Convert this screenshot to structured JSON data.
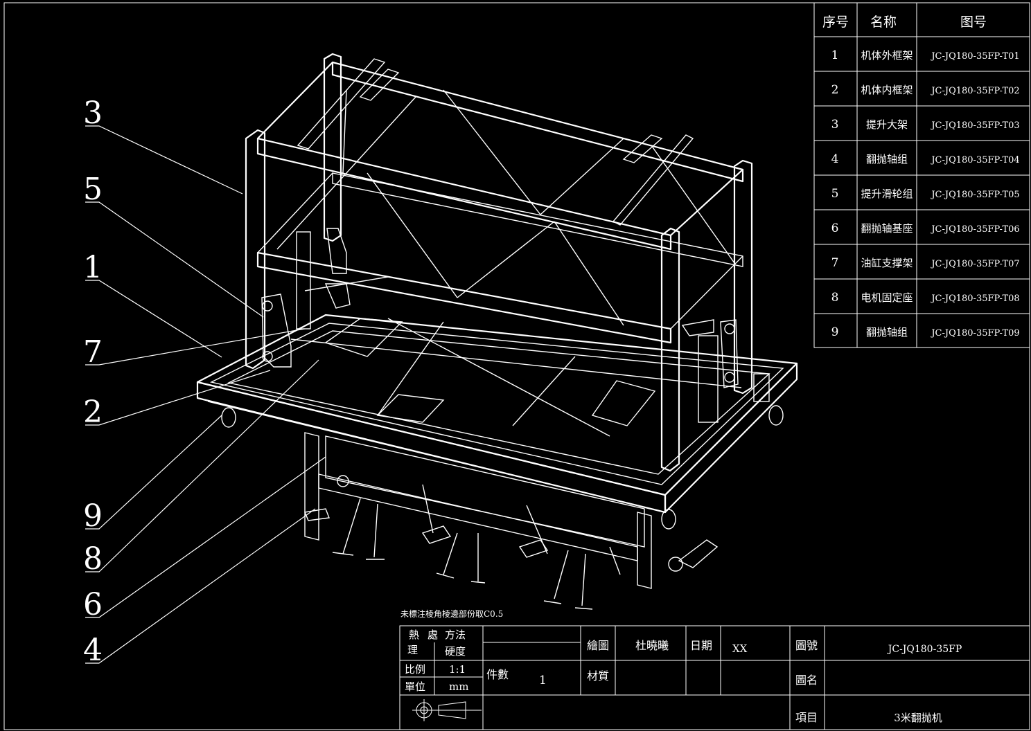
{
  "callouts": [
    {
      "num": "3"
    },
    {
      "num": "5"
    },
    {
      "num": "1"
    },
    {
      "num": "7"
    },
    {
      "num": "2"
    },
    {
      "num": "9"
    },
    {
      "num": "8"
    },
    {
      "num": "6"
    },
    {
      "num": "4"
    }
  ],
  "parts_table": {
    "headers": [
      "序号",
      "名称",
      "图号"
    ],
    "rows": [
      {
        "no": "1",
        "name": "机体外框架",
        "code": "JC-JQ180-35FP-T01"
      },
      {
        "no": "2",
        "name": "机体内框架",
        "code": "JC-JQ180-35FP-T02"
      },
      {
        "no": "3",
        "name": "提升大架",
        "code": "JC-JQ180-35FP-T03"
      },
      {
        "no": "4",
        "name": "翻抛轴组",
        "code": "JC-JQ180-35FP-T04"
      },
      {
        "no": "5",
        "name": "提升滑轮组",
        "code": "JC-JQ180-35FP-T05"
      },
      {
        "no": "6",
        "name": "翻抛轴基座",
        "code": "JC-JQ180-35FP-T06"
      },
      {
        "no": "7",
        "name": "油缸支撑架",
        "code": "JC-JQ180-35FP-T07"
      },
      {
        "no": "8",
        "name": "电机固定座",
        "code": "JC-JQ180-35FP-T08"
      },
      {
        "no": "9",
        "name": "翻抛轴组",
        "code": "JC-JQ180-35FP-T09"
      }
    ]
  },
  "note": "未標注棱角棱邊部份取C0.5",
  "title_block": {
    "heat_treat_1": "熱",
    "heat_treat_2": "處",
    "heat_treat_3": "理",
    "method": "方法",
    "hardness": "硬度",
    "scale_label": "比例",
    "scale_value": "1:1",
    "unit_label": "單位",
    "unit_value": "mm",
    "qty_label": "件數",
    "qty_value": "1",
    "drawn_label": "繪圖",
    "drawn_value": "杜曉曦",
    "date_label": "日期",
    "date_value": "XX",
    "material_label": "材質",
    "drawing_no_label": "圖號",
    "drawing_no_value": "JC-JQ180-35FP",
    "drawing_name_label": "圖名",
    "project_label": "項目",
    "project_value": "3米翻抛机"
  }
}
